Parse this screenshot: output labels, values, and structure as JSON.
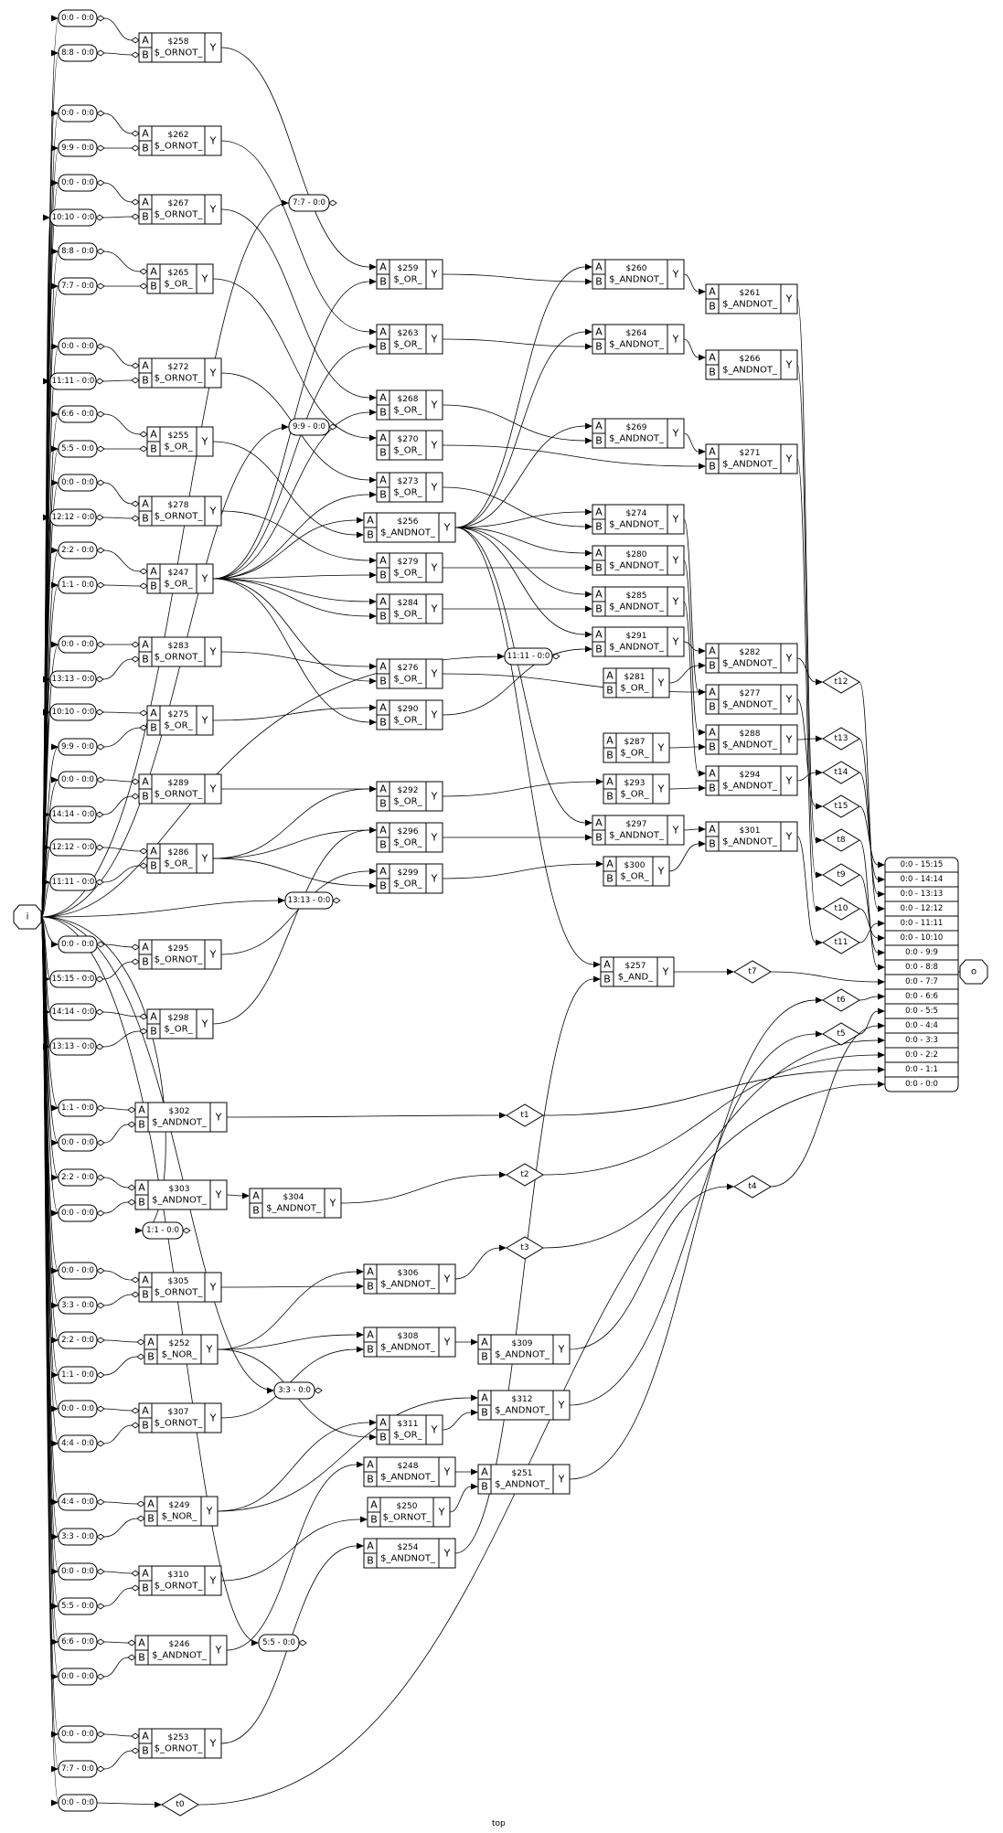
{
  "title": "top",
  "input_port": {
    "label": "i"
  },
  "output_port": {
    "label": "o"
  },
  "input_slices": [
    {
      "id": "s1",
      "label": "0:0 - 0:0",
      "gate": "$258",
      "pin": "A"
    },
    {
      "id": "s2",
      "label": "8:8 - 0:0",
      "gate": "$258",
      "pin": "B"
    },
    {
      "id": "s3",
      "label": "0:0 - 0:0",
      "gate": "$262",
      "pin": "A"
    },
    {
      "id": "s4",
      "label": "9:9 - 0:0",
      "gate": "$262",
      "pin": "B"
    },
    {
      "id": "s5",
      "label": "0:0 - 0:0",
      "gate": "$267",
      "pin": "A"
    },
    {
      "id": "s6",
      "label": "10:10 - 0:0",
      "gate": "$267",
      "pin": "B"
    },
    {
      "id": "s7",
      "label": "8:8 - 0:0",
      "gate": "$265",
      "pin": "A"
    },
    {
      "id": "s8",
      "label": "7:7 - 0:0",
      "gate": "$265",
      "pin": "B"
    },
    {
      "id": "s9",
      "label": "0:0 - 0:0",
      "gate": "$272",
      "pin": "A"
    },
    {
      "id": "s10",
      "label": "11:11 - 0:0",
      "gate": "$272",
      "pin": "B"
    },
    {
      "id": "s11",
      "label": "6:6 - 0:0",
      "gate": "$255",
      "pin": "A"
    },
    {
      "id": "s12",
      "label": "5:5 - 0:0",
      "gate": "$255",
      "pin": "B"
    },
    {
      "id": "s13",
      "label": "0:0 - 0:0",
      "gate": "$278",
      "pin": "A"
    },
    {
      "id": "s14",
      "label": "12:12 - 0:0",
      "gate": "$278",
      "pin": "B"
    },
    {
      "id": "s15",
      "label": "2:2 - 0:0",
      "gate": "$247",
      "pin": "A"
    },
    {
      "id": "s16",
      "label": "1:1 - 0:0",
      "gate": "$247",
      "pin": "B"
    },
    {
      "id": "s17",
      "label": "0:0 - 0:0",
      "gate": "$283",
      "pin": "A"
    },
    {
      "id": "s18",
      "label": "13:13 - 0:0",
      "gate": "$283",
      "pin": "B"
    },
    {
      "id": "s19",
      "label": "10:10 - 0:0",
      "gate": "$275",
      "pin": "A"
    },
    {
      "id": "s20",
      "label": "9:9 - 0:0",
      "gate": "$275",
      "pin": "B"
    },
    {
      "id": "s21",
      "label": "0:0 - 0:0",
      "gate": "$289",
      "pin": "A"
    },
    {
      "id": "s22",
      "label": "14:14 - 0:0",
      "gate": "$289",
      "pin": "B"
    },
    {
      "id": "s23",
      "label": "12:12 - 0:0",
      "gate": "$286",
      "pin": "A"
    },
    {
      "id": "s24",
      "label": "11:11 - 0:0",
      "gate": "$286",
      "pin": "B"
    },
    {
      "id": "s25",
      "label": "0:0 - 0:0",
      "gate": "$295",
      "pin": "A"
    },
    {
      "id": "s26",
      "label": "15:15 - 0:0",
      "gate": "$295",
      "pin": "B"
    },
    {
      "id": "s27",
      "label": "14:14 - 0:0",
      "gate": "$298",
      "pin": "A"
    },
    {
      "id": "s28",
      "label": "13:13 - 0:0",
      "gate": "$298",
      "pin": "B"
    },
    {
      "id": "s29",
      "label": "1:1 - 0:0",
      "gate": "$302",
      "pin": "A"
    },
    {
      "id": "s30",
      "label": "0:0 - 0:0",
      "gate": "$302",
      "pin": "B"
    },
    {
      "id": "s31",
      "label": "2:2 - 0:0",
      "gate": "$303",
      "pin": "A"
    },
    {
      "id": "s32",
      "label": "0:0 - 0:0",
      "gate": "$303",
      "pin": "B"
    },
    {
      "id": "s33",
      "label": "0:0 - 0:0",
      "gate": "$305",
      "pin": "A"
    },
    {
      "id": "s34",
      "label": "3:3 - 0:0",
      "gate": "$305",
      "pin": "B"
    },
    {
      "id": "s35",
      "label": "2:2 - 0:0",
      "gate": "$252",
      "pin": "A"
    },
    {
      "id": "s36",
      "label": "1:1 - 0:0",
      "gate": "$252",
      "pin": "B"
    },
    {
      "id": "s37",
      "label": "0:0 - 0:0",
      "gate": "$307",
      "pin": "A"
    },
    {
      "id": "s38",
      "label": "4:4 - 0:0",
      "gate": "$307",
      "pin": "B"
    },
    {
      "id": "s39",
      "label": "4:4 - 0:0",
      "gate": "$249",
      "pin": "A"
    },
    {
      "id": "s40",
      "label": "3:3 - 0:0",
      "gate": "$249",
      "pin": "B"
    },
    {
      "id": "s41",
      "label": "0:0 - 0:0",
      "gate": "$310",
      "pin": "A"
    },
    {
      "id": "s42",
      "label": "5:5 - 0:0",
      "gate": "$310",
      "pin": "B"
    },
    {
      "id": "s43",
      "label": "6:6 - 0:0",
      "gate": "$246",
      "pin": "A"
    },
    {
      "id": "s44",
      "label": "0:0 - 0:0",
      "gate": "$246",
      "pin": "B"
    },
    {
      "id": "s45",
      "label": "0:0 - 0:0",
      "gate": "$253",
      "pin": "A"
    },
    {
      "id": "s46",
      "label": "7:7 - 0:0",
      "gate": "$253",
      "pin": "B"
    },
    {
      "id": "s47",
      "label": "0:0 - 0:0",
      "gate": "t0",
      "pin": ""
    }
  ],
  "mid_slices": [
    {
      "id": "m1",
      "label": "7:7 - 0:0"
    },
    {
      "id": "m2",
      "label": "9:9 - 0:0"
    },
    {
      "id": "m3",
      "label": "11:11 - 0:0"
    },
    {
      "id": "m4",
      "label": "13:13 - 0:0"
    },
    {
      "id": "m5",
      "label": "1:1 - 0:0"
    },
    {
      "id": "m6",
      "label": "3:3 - 0:0"
    },
    {
      "id": "m7",
      "label": "5:5 - 0:0"
    }
  ],
  "cells": [
    {
      "name": "$258",
      "type": "$_ORNOT_"
    },
    {
      "name": "$262",
      "type": "$_ORNOT_"
    },
    {
      "name": "$267",
      "type": "$_ORNOT_"
    },
    {
      "name": "$265",
      "type": "$_OR_"
    },
    {
      "name": "$272",
      "type": "$_ORNOT_"
    },
    {
      "name": "$255",
      "type": "$_OR_"
    },
    {
      "name": "$278",
      "type": "$_ORNOT_"
    },
    {
      "name": "$247",
      "type": "$_OR_"
    },
    {
      "name": "$283",
      "type": "$_ORNOT_"
    },
    {
      "name": "$275",
      "type": "$_OR_"
    },
    {
      "name": "$289",
      "type": "$_ORNOT_"
    },
    {
      "name": "$286",
      "type": "$_OR_"
    },
    {
      "name": "$295",
      "type": "$_ORNOT_"
    },
    {
      "name": "$298",
      "type": "$_OR_"
    },
    {
      "name": "$302",
      "type": "$_ANDNOT_"
    },
    {
      "name": "$303",
      "type": "$_ANDNOT_"
    },
    {
      "name": "$304",
      "type": "$_ANDNOT_"
    },
    {
      "name": "$305",
      "type": "$_ORNOT_"
    },
    {
      "name": "$252",
      "type": "$_NOR_"
    },
    {
      "name": "$307",
      "type": "$_ORNOT_"
    },
    {
      "name": "$249",
      "type": "$_NOR_"
    },
    {
      "name": "$310",
      "type": "$_ORNOT_"
    },
    {
      "name": "$246",
      "type": "$_ANDNOT_"
    },
    {
      "name": "$253",
      "type": "$_ORNOT_"
    },
    {
      "name": "$259",
      "type": "$_OR_"
    },
    {
      "name": "$263",
      "type": "$_OR_"
    },
    {
      "name": "$268",
      "type": "$_OR_"
    },
    {
      "name": "$270",
      "type": "$_OR_"
    },
    {
      "name": "$273",
      "type": "$_OR_"
    },
    {
      "name": "$256",
      "type": "$_ANDNOT_"
    },
    {
      "name": "$279",
      "type": "$_OR_"
    },
    {
      "name": "$284",
      "type": "$_OR_"
    },
    {
      "name": "$276",
      "type": "$_OR_"
    },
    {
      "name": "$290",
      "type": "$_OR_"
    },
    {
      "name": "$292",
      "type": "$_OR_"
    },
    {
      "name": "$296",
      "type": "$_OR_"
    },
    {
      "name": "$299",
      "type": "$_OR_"
    },
    {
      "name": "$306",
      "type": "$_ANDNOT_"
    },
    {
      "name": "$308",
      "type": "$_ANDNOT_"
    },
    {
      "name": "$311",
      "type": "$_OR_"
    },
    {
      "name": "$248",
      "type": "$_ANDNOT_"
    },
    {
      "name": "$250",
      "type": "$_ORNOT_"
    },
    {
      "name": "$254",
      "type": "$_ANDNOT_"
    },
    {
      "name": "$260",
      "type": "$_ANDNOT_"
    },
    {
      "name": "$264",
      "type": "$_ANDNOT_"
    },
    {
      "name": "$269",
      "type": "$_ANDNOT_"
    },
    {
      "name": "$274",
      "type": "$_ANDNOT_"
    },
    {
      "name": "$280",
      "type": "$_ANDNOT_"
    },
    {
      "name": "$285",
      "type": "$_ANDNOT_"
    },
    {
      "name": "$291",
      "type": "$_ANDNOT_"
    },
    {
      "name": "$281",
      "type": "$_OR_"
    },
    {
      "name": "$287",
      "type": "$_OR_"
    },
    {
      "name": "$293",
      "type": "$_OR_"
    },
    {
      "name": "$297",
      "type": "$_ANDNOT_"
    },
    {
      "name": "$300",
      "type": "$_OR_"
    },
    {
      "name": "$257",
      "type": "$_AND_"
    },
    {
      "name": "$309",
      "type": "$_ANDNOT_"
    },
    {
      "name": "$312",
      "type": "$_ANDNOT_"
    },
    {
      "name": "$251",
      "type": "$_ANDNOT_"
    },
    {
      "name": "$261",
      "type": "$_ANDNOT_"
    },
    {
      "name": "$266",
      "type": "$_ANDNOT_"
    },
    {
      "name": "$271",
      "type": "$_ANDNOT_"
    },
    {
      "name": "$282",
      "type": "$_ANDNOT_"
    },
    {
      "name": "$277",
      "type": "$_ANDNOT_"
    },
    {
      "name": "$288",
      "type": "$_ANDNOT_"
    },
    {
      "name": "$294",
      "type": "$_ANDNOT_"
    },
    {
      "name": "$301",
      "type": "$_ANDNOT_"
    }
  ],
  "port_labels": {
    "a": "A",
    "b": "B",
    "y": "Y"
  },
  "wires_out": [
    "t0",
    "t1",
    "t2",
    "t3",
    "t4",
    "t5",
    "t6",
    "t7",
    "t8",
    "t9",
    "t10",
    "t11",
    "t12",
    "t13",
    "t14",
    "t15"
  ],
  "output_bus": [
    "0:0 - 15:15",
    "0:0 - 14:14",
    "0:0 - 13:13",
    "0:0 - 12:12",
    "0:0 - 11:11",
    "0:0 - 10:10",
    "0:0 - 9:9",
    "0:0 - 8:8",
    "0:0 - 7:7",
    "0:0 - 6:6",
    "0:0 - 5:5",
    "0:0 - 4:4",
    "0:0 - 3:3",
    "0:0 - 2:2",
    "0:0 - 1:1",
    "0:0 - 0:0"
  ]
}
